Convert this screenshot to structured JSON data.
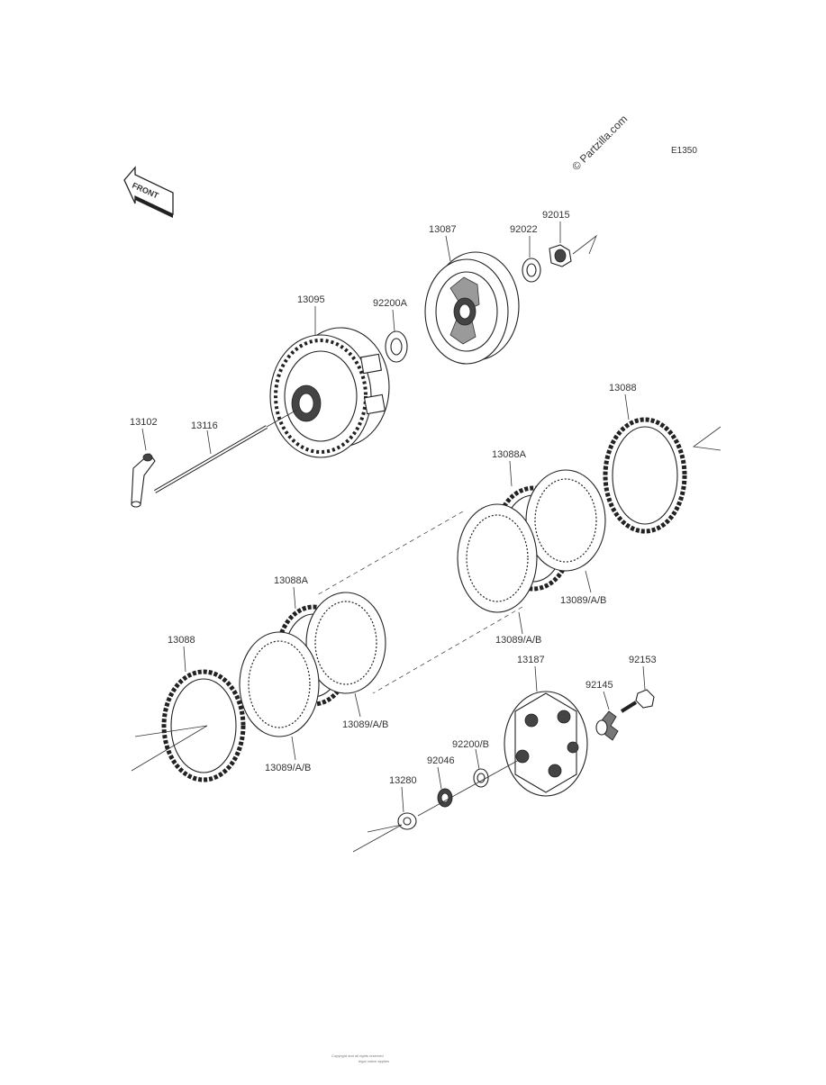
{
  "diagram": {
    "watermark": "© Partzilla.com",
    "code": "E1350",
    "front_label": "FRONT",
    "labels": {
      "p92015": "92015",
      "p92022": "92022",
      "p13087": "13087",
      "p13095": "13095",
      "p92200A": "92200A",
      "p13088_top": "13088",
      "p13102": "13102",
      "p13116": "13116",
      "p13088A_top": "13088A",
      "p13089_right": "13089/A/B",
      "p13089_mid": "13089/A/B",
      "p13088A_left": "13088A",
      "p13088_left": "13088",
      "p13089_left": "13089/A/B",
      "p13089_center": "13089/A/B",
      "p13187": "13187",
      "p92153": "92153",
      "p92145": "92145",
      "p92200B": "92200/B",
      "p92046": "92046",
      "p13280": "13280"
    },
    "footer": [
      "Copyright and all rights reserved",
      "legal notice applies"
    ]
  }
}
